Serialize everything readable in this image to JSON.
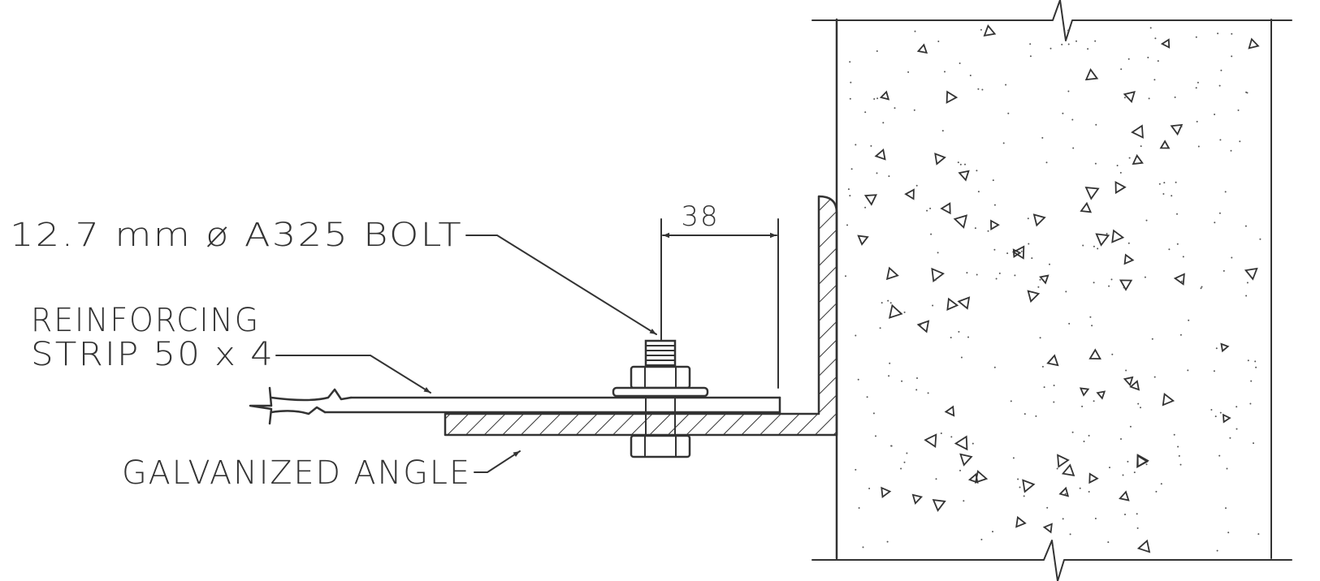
{
  "labels": {
    "bolt": "12.7 mm ø A325 BOLT",
    "strip_line1": "REINFORCING",
    "strip_line2": "STRIP 50 x 4",
    "angle": "GALVANIZED ANGLE",
    "dimension": "38"
  },
  "colors": {
    "ink": "#333333",
    "background": "#ffffff"
  }
}
